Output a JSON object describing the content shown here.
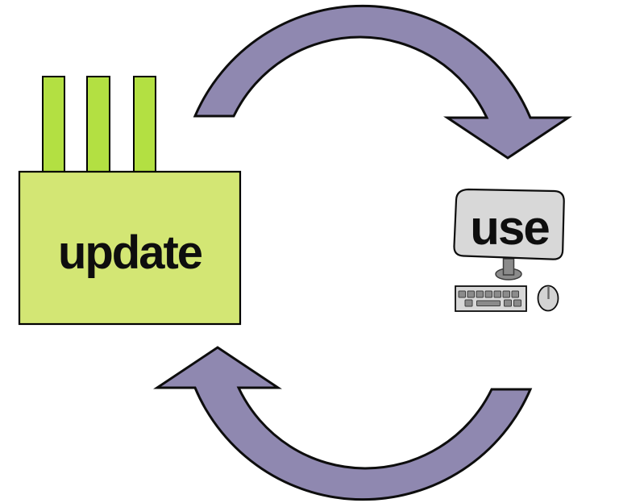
{
  "diagram": {
    "type": "cycle",
    "nodes": [
      {
        "id": "update",
        "label": "update",
        "shape": "microchip"
      },
      {
        "id": "use",
        "label": "use",
        "shape": "desktop-computer"
      }
    ],
    "edges": [
      {
        "from": "update",
        "to": "use",
        "style": "thick-curved-arrow",
        "position": "top",
        "direction": "clockwise"
      },
      {
        "from": "use",
        "to": "update",
        "style": "thick-curved-arrow",
        "position": "bottom",
        "direction": "clockwise"
      }
    ]
  },
  "colors": {
    "background": "#ffffff",
    "arrow_fill": "#8f88b0",
    "arrow_outline": "#0d0d0d",
    "chip_body": "#d3e674",
    "chip_pin": "#b3e042",
    "screen_fill": "#d8d8d8",
    "stand_fill": "#8b8b8b",
    "key_fill": "#8b8b8b",
    "mouse_fill": "#d3d3d3",
    "text_color": "#0e0e0e"
  }
}
